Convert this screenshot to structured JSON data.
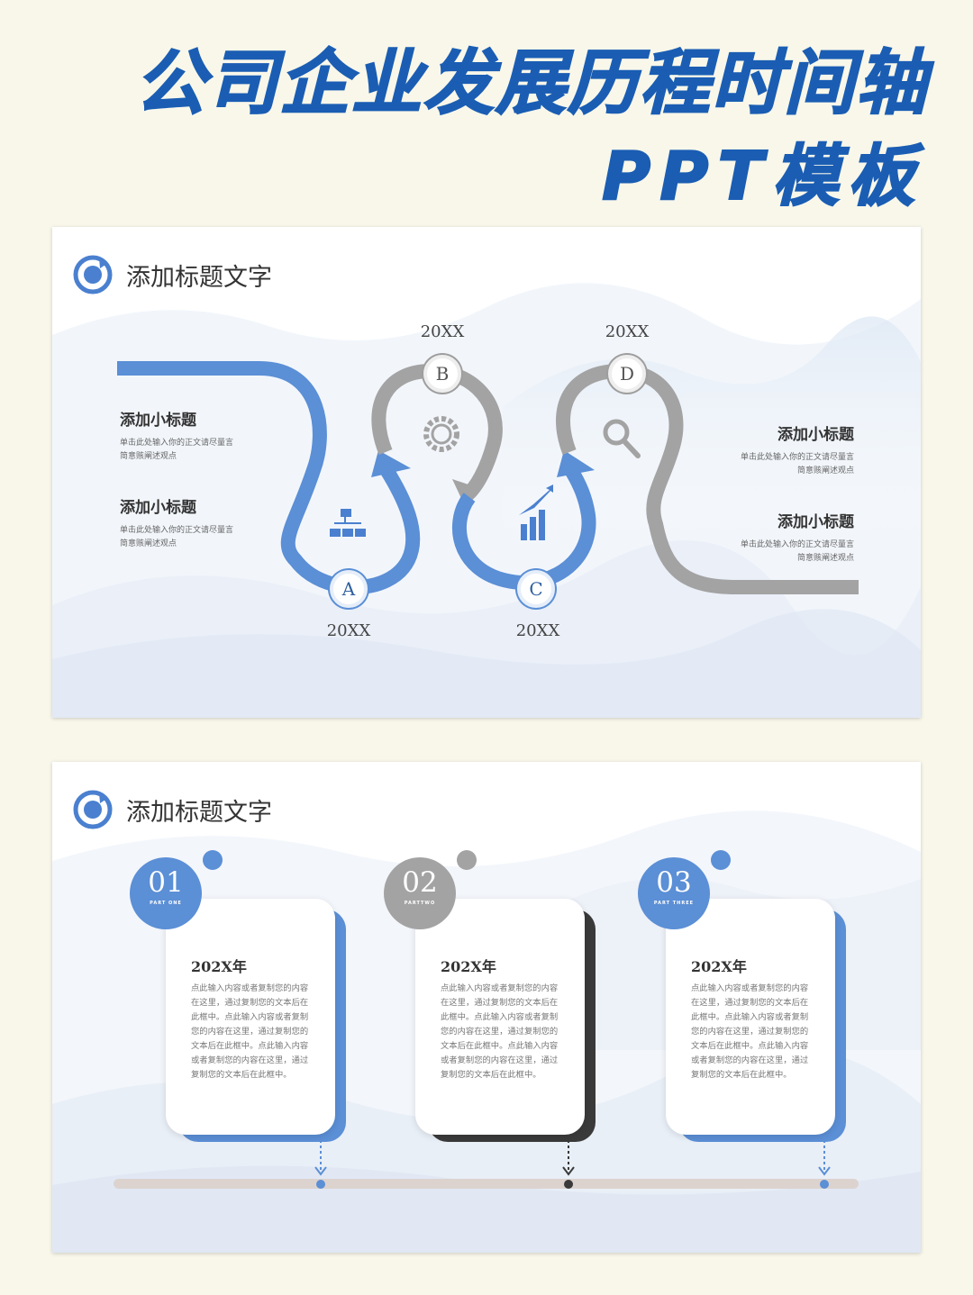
{
  "banner": {
    "line1": "公司企业发展历程时间轴",
    "line2": "PPT模板"
  },
  "colors": {
    "blue": "#5b8fd6",
    "gray": "#a3a3a3",
    "dark": "#3a3a3a",
    "banner_blue": "#1a5db3",
    "page_bg": "#f8f7ea"
  },
  "slide1": {
    "title": "添加标题文字",
    "nodes": [
      {
        "letter": "A",
        "year": "20XX",
        "icon": "hierarchy-icon"
      },
      {
        "letter": "B",
        "year": "20XX",
        "icon": "gear-icon"
      },
      {
        "letter": "C",
        "year": "20XX",
        "icon": "growth-chart-icon"
      },
      {
        "letter": "D",
        "year": "20XX",
        "icon": "magnifier-icon"
      }
    ],
    "left_items": [
      {
        "title": "添加小标题",
        "desc1": "单击此处输入你的正文请尽量言",
        "desc2": "简意赅阐述观点"
      },
      {
        "title": "添加小标题",
        "desc1": "单击此处输入你的正文请尽量言",
        "desc2": "简意赅阐述观点"
      }
    ],
    "right_items": [
      {
        "title": "添加小标题",
        "desc1": "单击此处输入你的正文请尽量言",
        "desc2": "简意赅阐述观点"
      },
      {
        "title": "添加小标题",
        "desc1": "单击此处输入你的正文请尽量言",
        "desc2": "简意赅阐述观点"
      }
    ]
  },
  "slide2": {
    "title": "添加标题文字",
    "cards": [
      {
        "num": "01",
        "sub": "PART ONE",
        "year": "202X年",
        "theme": "blue",
        "body": "点此输入内容或者复制您的内容在这里，通过复制您的文本后在此框中。点此输入内容或者复制您的内容在这里，通过复制您的文本后在此框中。点此输入内容或者复制您的内容在这里，通过复制您的文本后在此框中。"
      },
      {
        "num": "02",
        "sub": "PARTTWO",
        "year": "202X年",
        "theme": "gray",
        "body": "点此输入内容或者复制您的内容在这里，通过复制您的文本后在此框中。点此输入内容或者复制您的内容在这里，通过复制您的文本后在此框中。点此输入内容或者复制您的内容在这里，通过复制您的文本后在此框中。"
      },
      {
        "num": "03",
        "sub": "PART THREE",
        "year": "202X年",
        "theme": "blue",
        "body": "点此输入内容或者复制您的内容在这里，通过复制您的文本后在此框中。点此输入内容或者复制您的内容在这里，通过复制您的文本后在此框中。点此输入内容或者复制您的内容在这里，通过复制您的文本后在此框中。"
      }
    ]
  }
}
